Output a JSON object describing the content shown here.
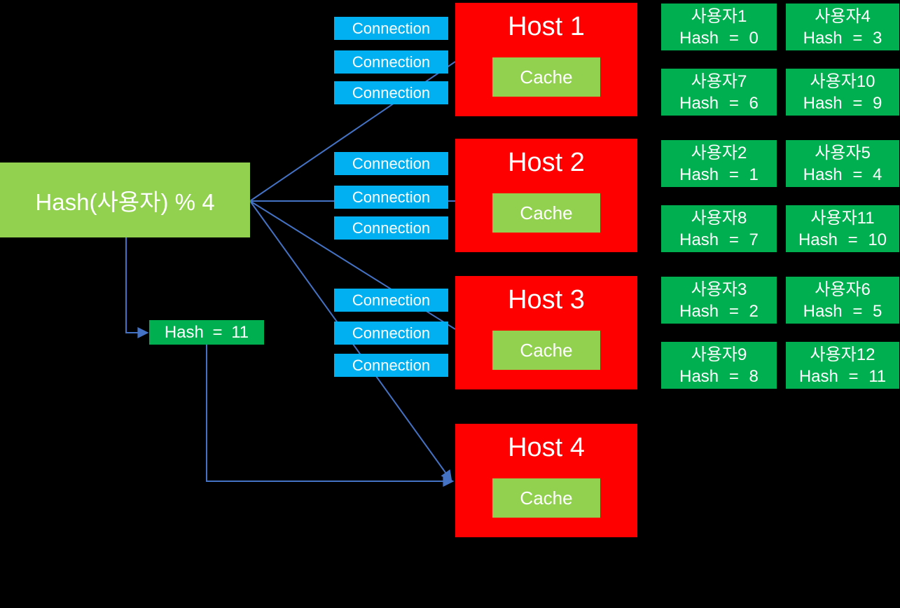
{
  "diagram": {
    "hash_function_label": "Hash(사용자) % 4",
    "hash_result_label": "Hash = 11",
    "connection_label": "Connection",
    "cache_label": "Cache",
    "hosts": [
      {
        "title": "Host 1"
      },
      {
        "title": "Host 2"
      },
      {
        "title": "Host 3"
      },
      {
        "title": "Host 4"
      }
    ],
    "users": [
      {
        "name": "사용자1",
        "hash": "Hash = 0"
      },
      {
        "name": "사용자4",
        "hash": "Hash = 3"
      },
      {
        "name": "사용자7",
        "hash": "Hash = 6"
      },
      {
        "name": "사용자10",
        "hash": "Hash = 9"
      },
      {
        "name": "사용자2",
        "hash": "Hash = 1"
      },
      {
        "name": "사용자5",
        "hash": "Hash = 4"
      },
      {
        "name": "사용자8",
        "hash": "Hash = 7"
      },
      {
        "name": "사용자11",
        "hash": "Hash = 10"
      },
      {
        "name": "사용자3",
        "hash": "Hash = 2"
      },
      {
        "name": "사용자6",
        "hash": "Hash = 5"
      },
      {
        "name": "사용자9",
        "hash": "Hash = 8"
      },
      {
        "name": "사용자12",
        "hash": "Hash = 11"
      }
    ],
    "colors": {
      "background": "#000000",
      "light_green": "#92D050",
      "dark_green": "#00B050",
      "connection_blue": "#00B0F0",
      "host_red": "#FF0000",
      "line_blue": "#4472C4",
      "text": "#FFFFFF"
    }
  }
}
